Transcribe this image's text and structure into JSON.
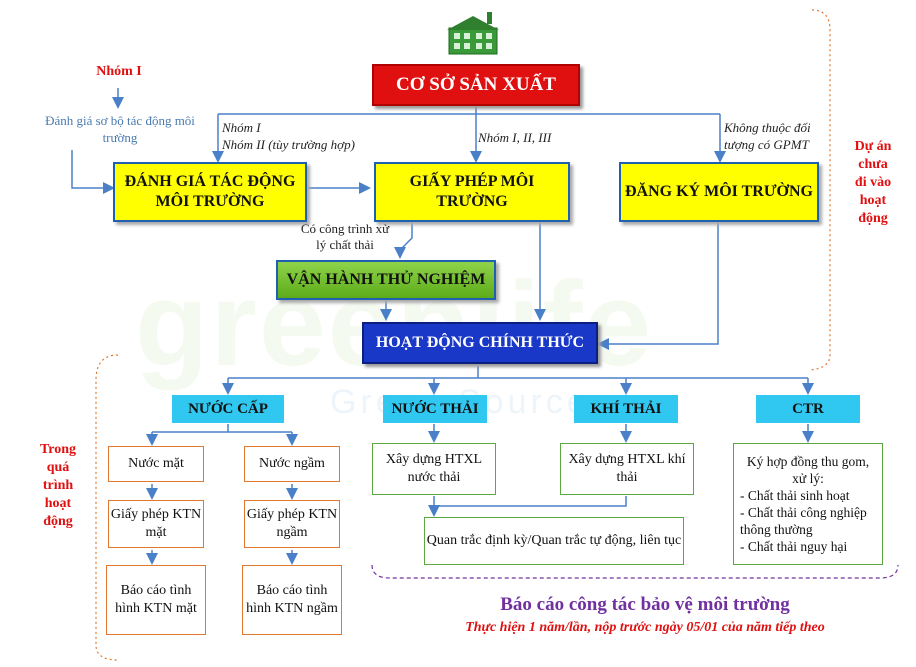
{
  "top_group_note": {
    "group": "Nhóm I",
    "action": "Đánh giá sơ bộ tác động môi trường"
  },
  "main": {
    "facility": "CƠ SỞ SẢN XUẤT",
    "eia": "ĐÁNH GIÁ TÁC ĐỘNG MÔI TRƯỜNG",
    "permit": "GIẤY PHÉP MÔI TRƯỜNG",
    "registration": "ĐĂNG KÝ MÔI TRƯỜNG",
    "trial_run": "VẬN HÀNH THỬ NGHIỆM",
    "official": "HOẠT ĐỘNG CHÍNH THỨC"
  },
  "branch_labels": {
    "left_1": "Nhóm I",
    "left_2": "Nhóm II (tùy trường hợp)",
    "middle": "Nhóm I, II, III",
    "right_1": "Không thuộc đối",
    "right_2": "tượng có GPMT",
    "treatment_1": "Có công trình xử",
    "treatment_2": "lý chất thải"
  },
  "side_notes": {
    "right_1": "Dự án",
    "right_2": "chưa",
    "right_3": "đi vào",
    "right_4": "hoạt",
    "right_5": "động",
    "left_1": "Trong",
    "left_2": "quá",
    "left_3": "trình",
    "left_4": "hoạt",
    "left_5": "động"
  },
  "categories": {
    "water_supply": "NƯỚC CẤP",
    "wastewater": "NƯỚC THẢI",
    "emissions": "KHÍ THẢI",
    "solid_waste": "CTR"
  },
  "water_supply": {
    "surface": "Nước mặt",
    "ground": "Nước ngầm",
    "permit_surface": "Giấy phép KTN mặt",
    "permit_ground": "Giấy phép KTN ngầm",
    "report_surface": "Báo cáo tình hình KTN mặt",
    "report_ground": "Báo cáo tình hình KTN ngầm"
  },
  "wastewater": {
    "build": "Xây dựng HTXL nước thải"
  },
  "emissions": {
    "build": "Xây dựng HTXL khí thải"
  },
  "monitoring": "Quan trắc định kỳ/Quan trắc tự động, liên tục",
  "solid_waste": {
    "heading": "Ký hợp đồng thu gom, xử lý:",
    "items": [
      "- Chất thải sinh hoạt",
      "- Chất thải công nghiệp thông thường",
      "- Chất thải nguy hại"
    ]
  },
  "footer": {
    "title": "Báo cáo công tác bảo vệ môi trường",
    "subtitle": "Thực hiện 1 năm/lần, nộp trước ngày 05/01 của năm tiếp theo"
  },
  "watermark": {
    "logo": "greenlife",
    "tagline": "Green Source"
  },
  "colors": {
    "red_box": "#e01010",
    "yellow_box": "#ffff00",
    "green_box": "#6cbf2a",
    "blue_box": "#1a38c8",
    "cyan_box": "#30c8f0",
    "connector": "#4a80c8",
    "orange_border": "#e07830",
    "green_border": "#5ca840",
    "footer_purple": "#7030a0"
  },
  "icons": [
    "factory-icon"
  ]
}
